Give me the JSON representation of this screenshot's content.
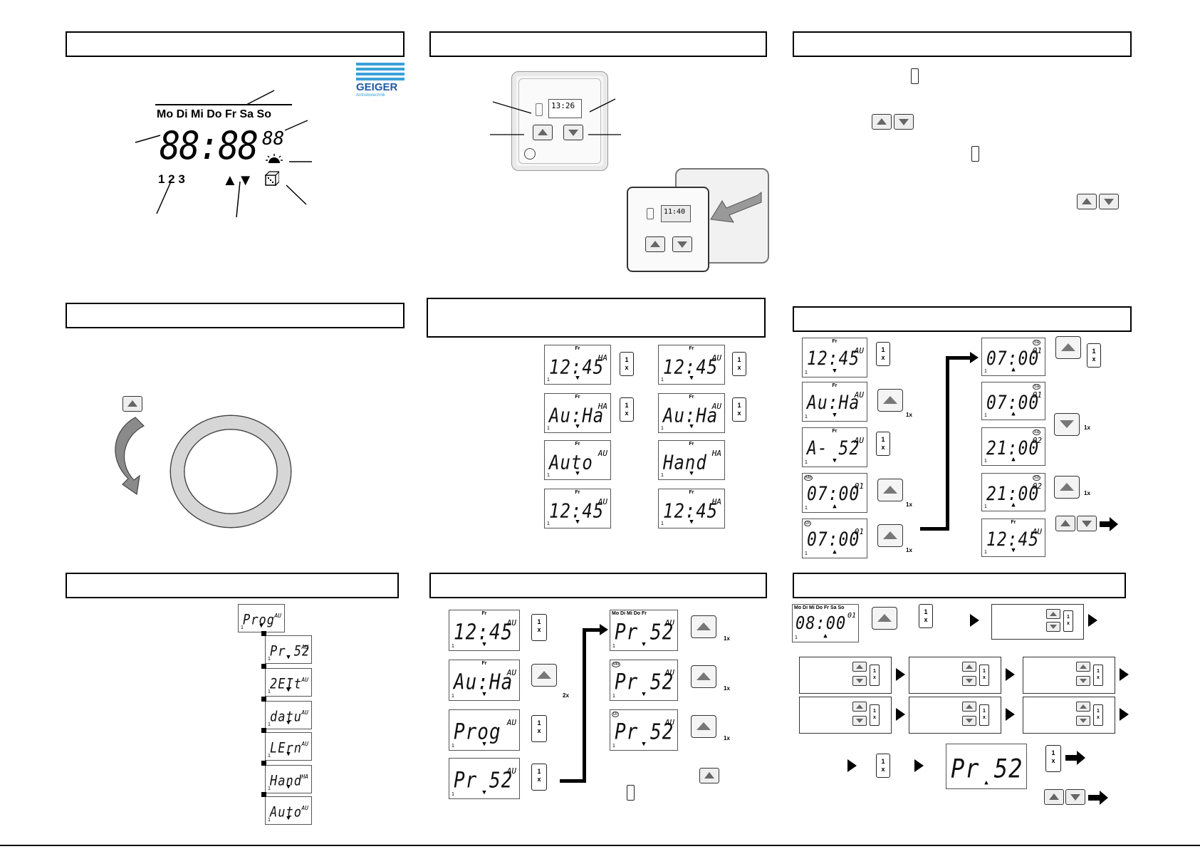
{
  "logo": {
    "text": "GEIGER",
    "subtext": "Antriebstechnik"
  },
  "panel1": {
    "weekdays": [
      "Mo",
      "Di",
      "Mi",
      "Do",
      "Fr",
      "Sa",
      "So"
    ],
    "time": "88:88",
    "seconds": "88",
    "programs": "1 2 3"
  },
  "panel2": {
    "device_time": "13:26",
    "device2_time": "11:40"
  },
  "panel4": {
    "displays": [
      {
        "day": "Fr",
        "main": "12:45",
        "suffix": "HA"
      },
      {
        "day": "Fr",
        "main": "12:45",
        "suffix": "AU"
      },
      {
        "day": "Fr",
        "main": "Au:Ha",
        "suffix": "HA"
      },
      {
        "day": "Fr",
        "main": "Au:Ha",
        "suffix": "AU"
      },
      {
        "day": "Fr",
        "main": "Auto",
        "suffix": "AU"
      },
      {
        "day": "Fr",
        "main": "Hand",
        "suffix": "HA"
      },
      {
        "day": "Fr",
        "main": "12:45",
        "suffix": "AU"
      },
      {
        "day": "Fr",
        "main": "12:45",
        "suffix": "HA"
      }
    ]
  },
  "panel6": {
    "left": [
      {
        "day": "Fr",
        "main": "12:45",
        "suffix": "AU"
      },
      {
        "day": "Fr",
        "main": "Au:Ha",
        "suffix": "AU"
      },
      {
        "day": "Fr",
        "main": "A- 52",
        "suffix": "AU"
      },
      {
        "day": "Mo",
        "main": "07:00",
        "suffix": "01"
      },
      {
        "day": "Di",
        "main": "07:00",
        "suffix": "01"
      }
    ],
    "right": [
      {
        "day": "Sa",
        "main": "07:00",
        "suffix": "01"
      },
      {
        "day": "Sa",
        "main": "07:00",
        "suffix": "01"
      },
      {
        "day": "Sa",
        "main": "21:00",
        "suffix": "02"
      },
      {
        "day": "So",
        "main": "21:00",
        "suffix": "02"
      },
      {
        "day": "Fr",
        "main": "12:45",
        "suffix": "AU"
      }
    ],
    "count_label": "1x"
  },
  "panel7": {
    "menu": [
      {
        "main": "Prog",
        "suffix": "AU"
      },
      {
        "main": "Pr 52",
        "suffix": "AU"
      },
      {
        "main": "2EIt",
        "suffix": "AU"
      },
      {
        "main": "datu",
        "suffix": "AU"
      },
      {
        "main": "LErn",
        "suffix": "AU"
      },
      {
        "main": "Hand",
        "suffix": "HA"
      },
      {
        "main": "Auto",
        "suffix": "AU"
      }
    ]
  },
  "panel8": {
    "left": [
      {
        "day": "Fr",
        "main": "12:45",
        "suffix": "AU"
      },
      {
        "day": "Fr",
        "main": "Au:Ha",
        "suffix": "AU"
      },
      {
        "day": "",
        "main": "Prog",
        "suffix": "AU"
      },
      {
        "day": "",
        "main": "Pr 52",
        "suffix": "AU"
      }
    ],
    "right": [
      {
        "days": "Mo Di Mi Do Fr",
        "main": "Pr 52",
        "suffix": "AU"
      },
      {
        "day": "Mo",
        "main": "Pr 52",
        "suffix": "AU"
      },
      {
        "day": "Di",
        "main": "Pr 52",
        "suffix": "AU"
      }
    ],
    "twox": "2x",
    "onex": "1x"
  },
  "panel9": {
    "weekdays": "Mo Di Mi Do Fr Sa So",
    "time": "08:00",
    "suffix": "01",
    "final": "Pr 52"
  },
  "button1x": {
    "line1": "1",
    "line2": "x"
  }
}
